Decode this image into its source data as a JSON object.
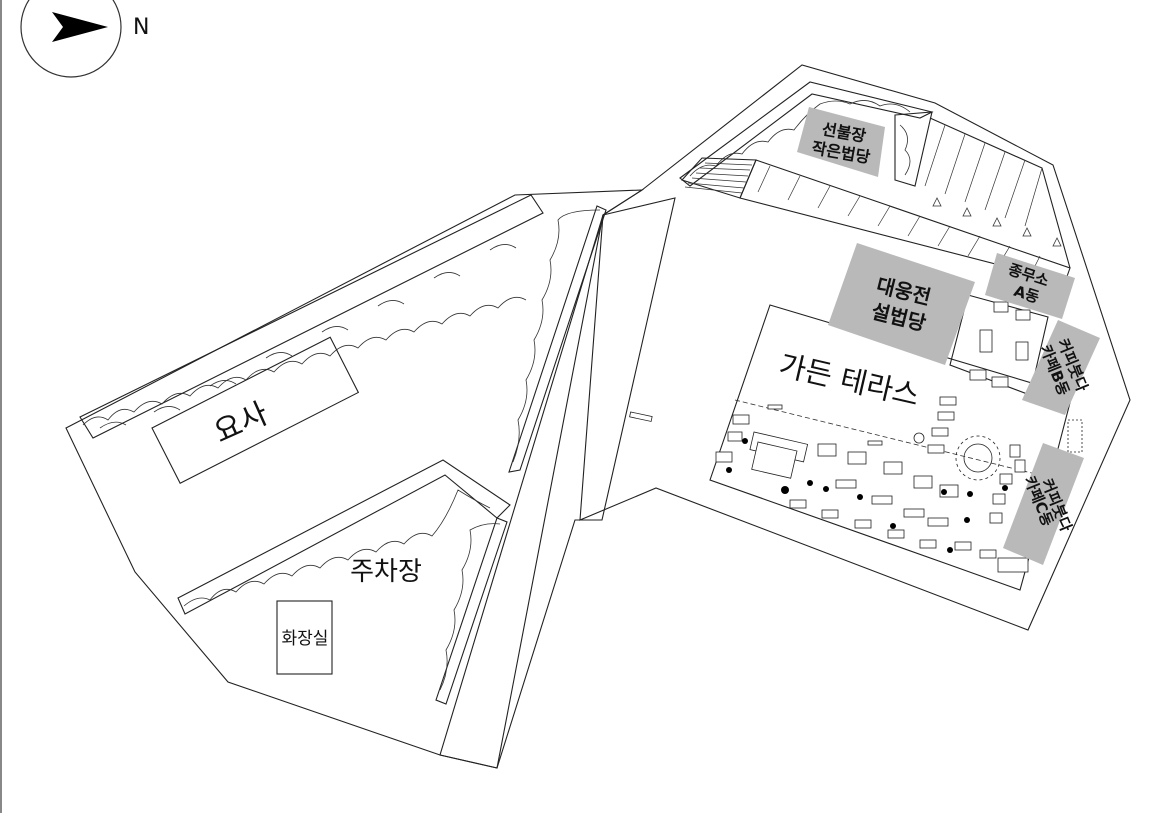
{
  "compass": {
    "label": "N",
    "icon": "north-arrow-icon"
  },
  "areas": {
    "yosa": "요사",
    "parking": "주차장",
    "restroom": "화장실",
    "garden_terrace": "가든 테라스"
  },
  "buildings": {
    "seonbuljang": [
      "선불장",
      "작은법당"
    ],
    "daeungjeon": [
      "대웅전",
      "설법당"
    ],
    "office_a": [
      "종무소",
      "A동"
    ],
    "cafe_b": [
      "커피붓다",
      "카페B동"
    ],
    "cafe_c": [
      "커피붓다",
      "카페C동"
    ]
  },
  "colors": {
    "building_fill": "#b9b9b9",
    "line": "#222222",
    "background": "#ffffff"
  }
}
